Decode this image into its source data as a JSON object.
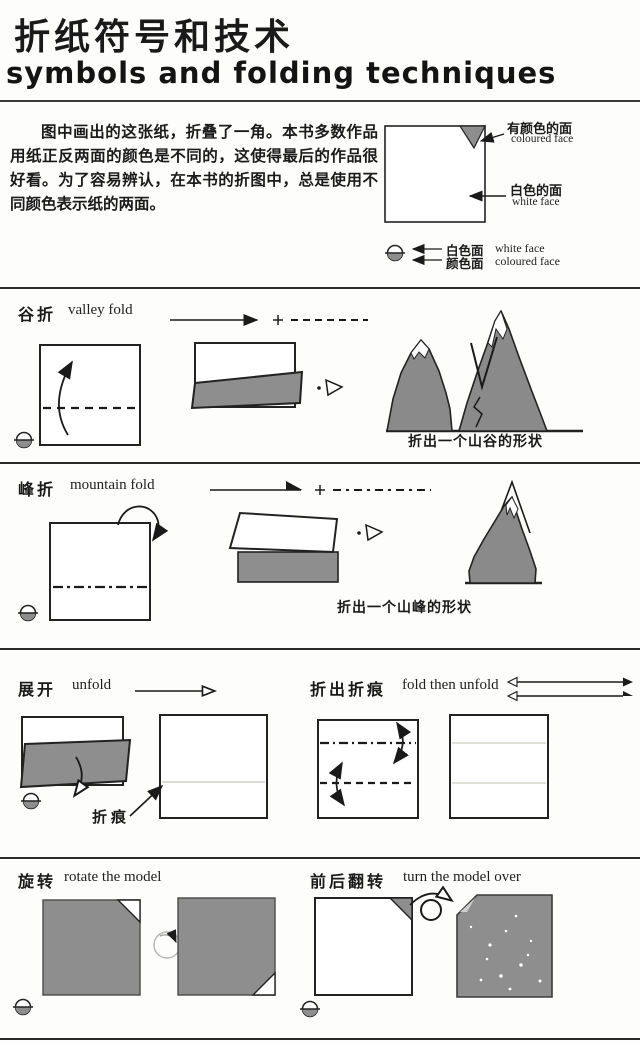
{
  "header": {
    "title_cn": "折纸符号和技术",
    "title_en": "symbols and folding techniques"
  },
  "intro": {
    "paragraph": "图中画出的这张纸，折叠了一角。本书多数作品用纸正反两面的颜色是不同的，这使得最后的作品很好看。为了容易辨认，在本书的折图中，总是使用不同颜色表示纸的两面。",
    "coloured_face_cn": "有颜色的面",
    "coloured_face_en": "coloured face",
    "white_face_cn": "白色的面",
    "white_face_en": "white face",
    "legend_white_cn": "白色面",
    "legend_white_en": "white face",
    "legend_coloured_cn": "颜色面",
    "legend_coloured_en": "coloured face"
  },
  "sections": {
    "valley": {
      "title_cn": "谷折",
      "title_en": "valley fold",
      "caption": "折出一个山谷的形状"
    },
    "mountain": {
      "title_cn": "峰折",
      "title_en": "mountain fold",
      "caption": "折出一个山峰的形状"
    },
    "unfold": {
      "title_cn": "展开",
      "title_en": "unfold",
      "crease_label": "折痕"
    },
    "fold_unfold": {
      "title_cn": "折出折痕",
      "title_en": "fold then unfold"
    },
    "rotate": {
      "title_cn": "旋转",
      "title_en": "rotate the model"
    },
    "turn_over": {
      "title_cn": "前后翻转",
      "title_en": "turn the model over"
    }
  },
  "colors": {
    "paper_gray": "#8e8e8e",
    "ink": "#1a1a1a",
    "crease": "#cfcfc8"
  }
}
